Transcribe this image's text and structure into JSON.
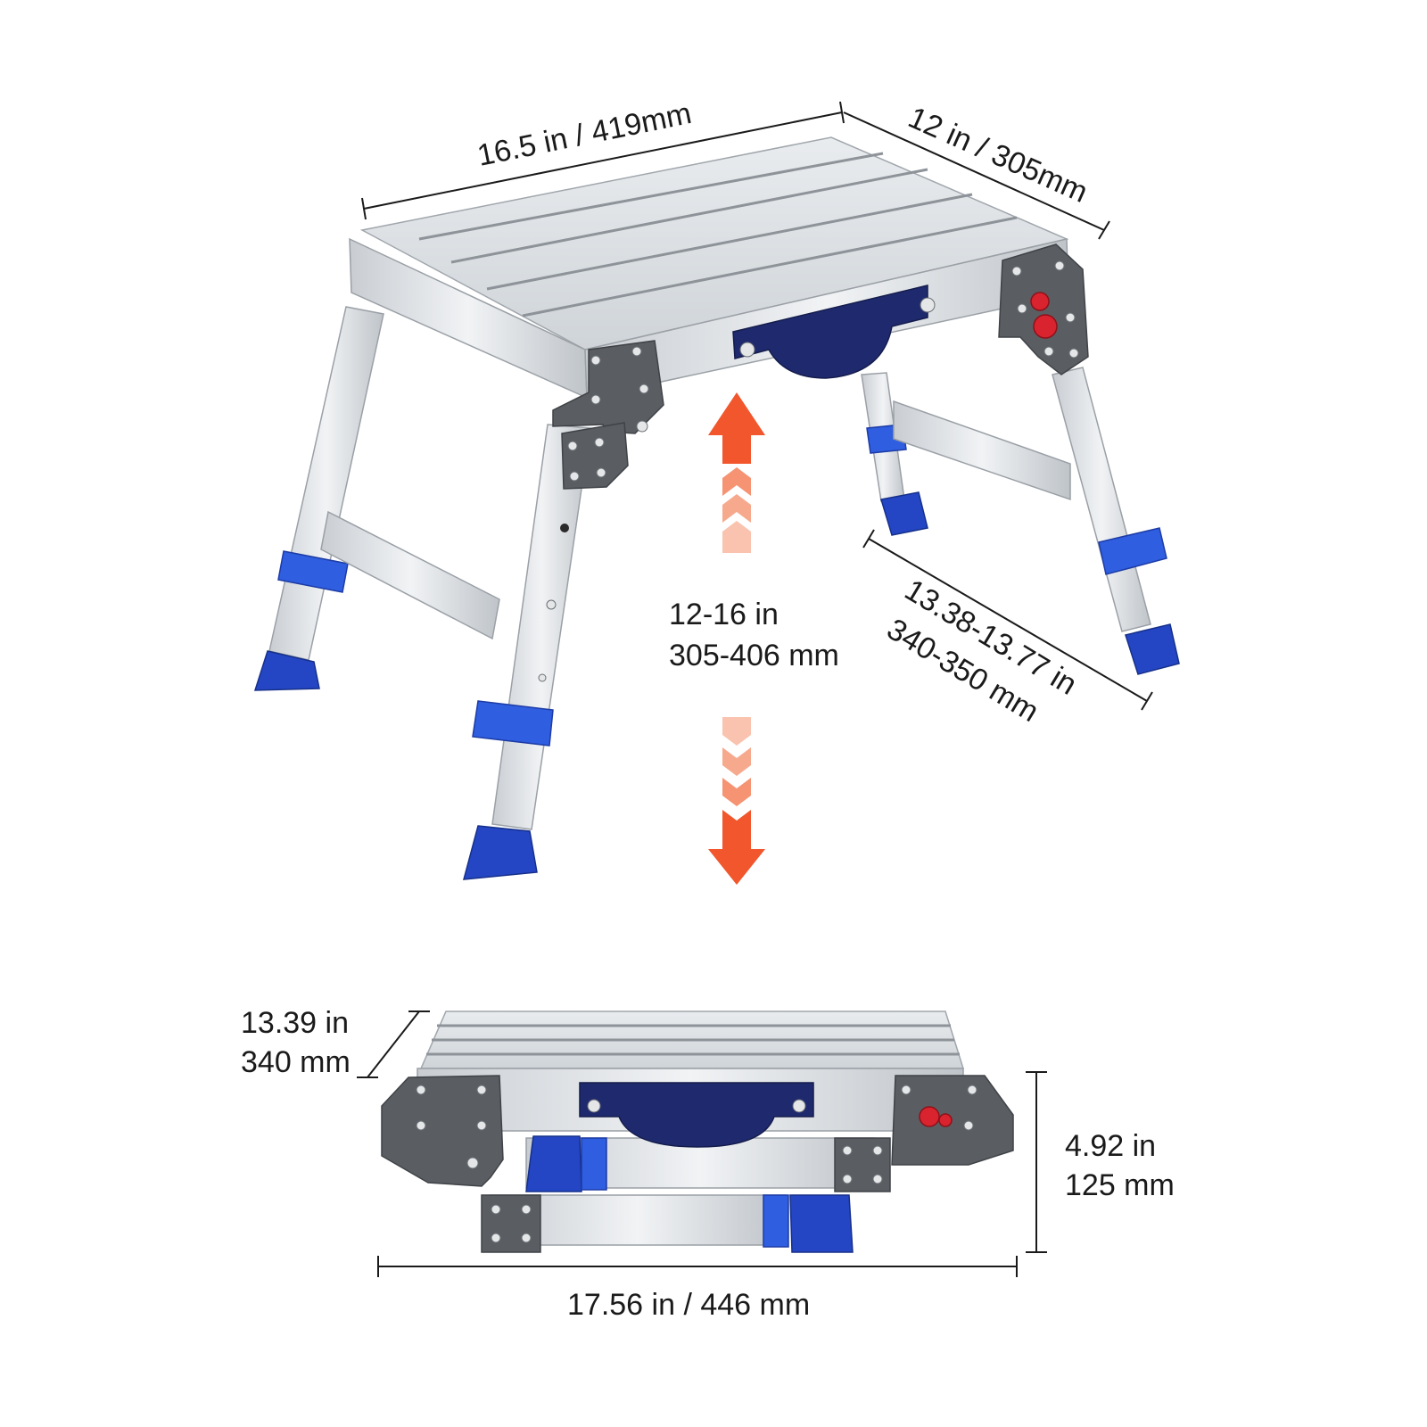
{
  "colors": {
    "arrow_orange": "#F1562C",
    "arrow_light": "#F9B9A2",
    "foot_blue": "#2446C4",
    "hinge_gray": "#5A5E63",
    "aluminum": "#D8DCE0",
    "strap_navy": "#1F2A6E",
    "knob_red": "#D9232F"
  },
  "dimensions": {
    "top_width": "16.5 in / 419mm",
    "top_depth": "12 in / 305mm",
    "height_range_in": "12-16 in",
    "height_range_mm": "305-406 mm",
    "leg_span_in": "13.38-13.77 in",
    "leg_span_mm": "340-350 mm",
    "folded_depth_in": "13.39 in",
    "folded_depth_mm": "340 mm",
    "folded_height_in": "4.92 in",
    "folded_height_mm": "125 mm",
    "folded_width": "17.56 in / 446 mm"
  },
  "icons": {
    "up_arrow": "adjust-up-arrow-icon",
    "down_arrow": "adjust-down-arrow-icon"
  }
}
